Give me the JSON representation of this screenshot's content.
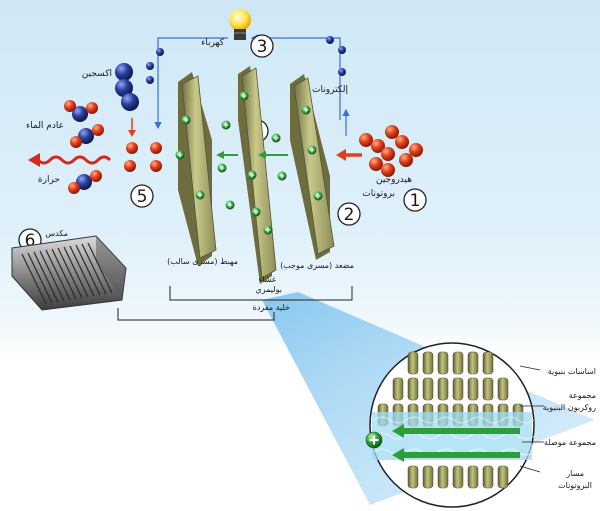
{
  "labels": {
    "electricity": "كهرباء",
    "electrons": "إلكترونات",
    "oxygen": "اكسجين",
    "water": "عادم الماء",
    "heat": "حرارة",
    "hydrogen": "هيدروجين",
    "protons": "بروتونات",
    "cathode": "مهبط (مسرى سالب)",
    "anode": "مضعد (مسرى موجب)",
    "membrane_line1": "غشاء",
    "membrane_line2": "بوليمري",
    "single_cell": "خلية مفردة",
    "stack": "مكدس",
    "structural_backbone": "اساسات بنيوية",
    "carbon_group_line1": "مجموعة",
    "carbon_group_line2": "روكربون البنيوية",
    "connecting_group": "مجموعة موصلة",
    "proton_path_line1": "مسار",
    "proton_path_line2": "البروتونات"
  },
  "step_numbers": [
    "1",
    "2",
    "3",
    "4",
    "5",
    "6"
  ],
  "colors": {
    "oxygen_blue": "#2a3f9a",
    "hydrogen_red": "#e0401c",
    "proton_green": "#2e9e3a",
    "heat_red": "#d32a1c",
    "bulb_yellow": "#ffe24a",
    "plate_olive": "#b8b870"
  },
  "icons": [
    "light-bulb-icon",
    "heat-arrow-icon",
    "proton-plus-icon"
  ]
}
